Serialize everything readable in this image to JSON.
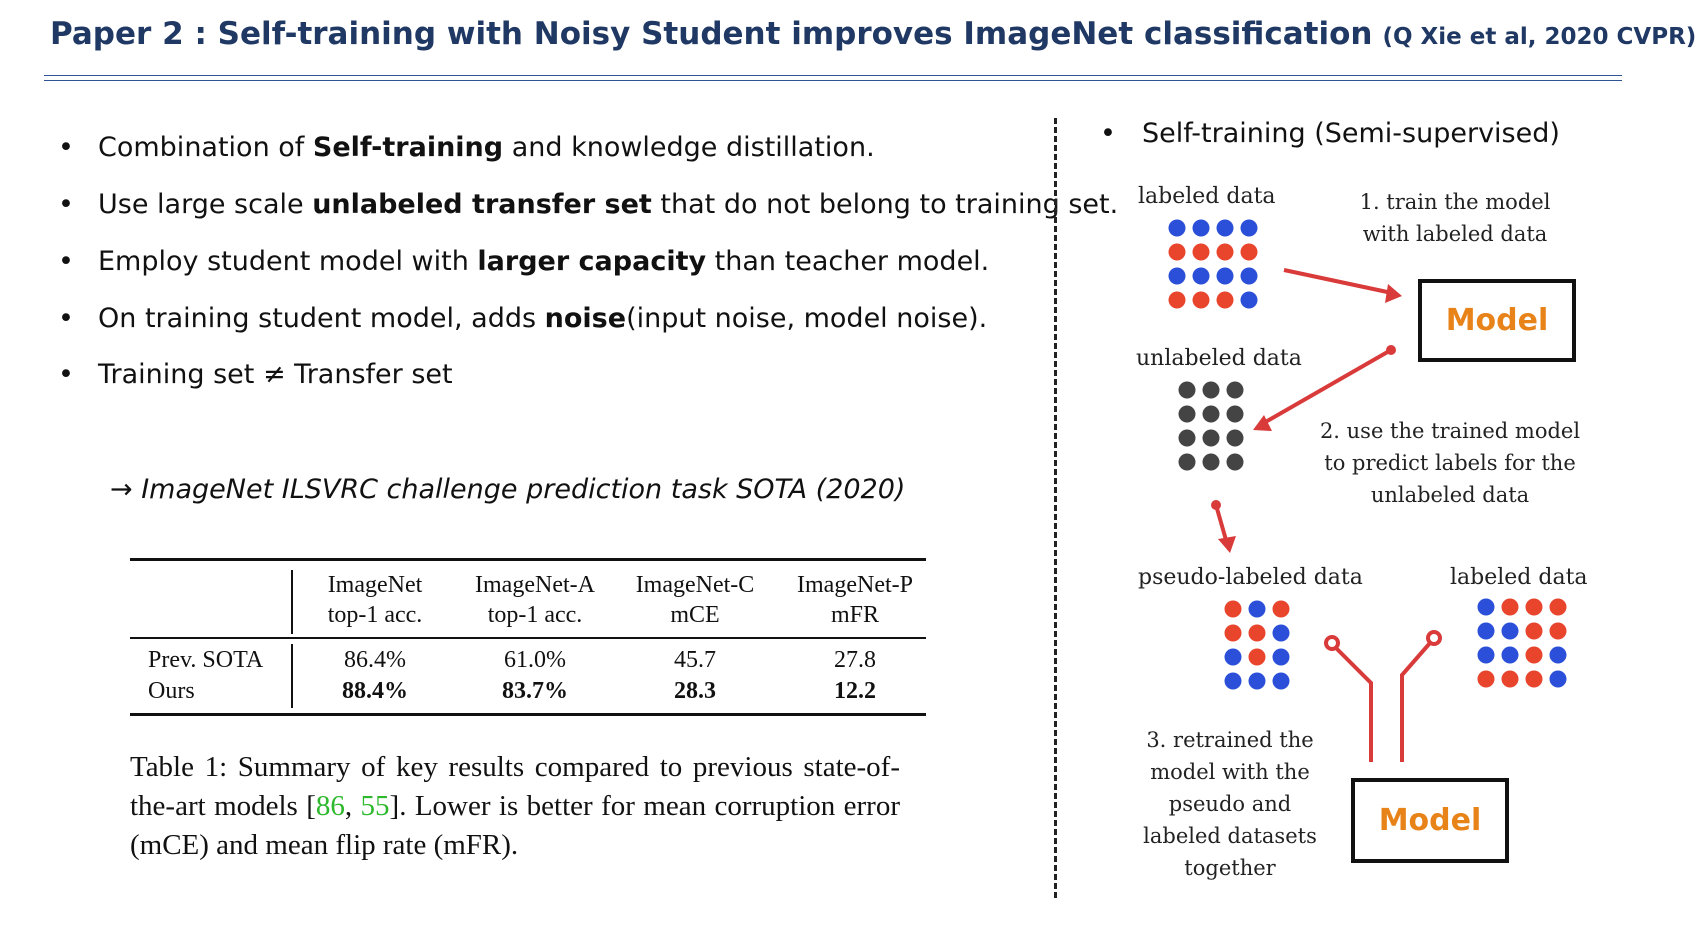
{
  "header": {
    "title": "Paper 2 : Self-training with Noisy Student improves ImageNet classification",
    "reference": "(Q Xie et al, 2020 CVPR)"
  },
  "bullets": [
    {
      "pre": "Combination of ",
      "bold": "Self-training",
      "post": " and knowledge distillation."
    },
    {
      "pre": "Use large scale ",
      "bold": "unlabeled transfer set",
      "post": " that do not belong to training set."
    },
    {
      "pre": "Employ student model with ",
      "bold": "larger capacity",
      "post": " than teacher model."
    },
    {
      "pre": "On training student model, adds ",
      "bold": "noise",
      "post": "(input noise, model noise)."
    },
    {
      "pre": "Training set ≠ Transfer set",
      "bold": "",
      "post": ""
    }
  ],
  "bullet_char": "•",
  "sota_note": "→ ImageNet ILSVRC challenge prediction task SOTA (2020)",
  "table": {
    "columns": [
      {
        "name": "ImageNet",
        "metric": "top-1 acc."
      },
      {
        "name": "ImageNet-A",
        "metric": "top-1 acc."
      },
      {
        "name": "ImageNet-C",
        "metric": "mCE"
      },
      {
        "name": "ImageNet-P",
        "metric": "mFR"
      }
    ],
    "rows": [
      {
        "label": "Prev. SOTA",
        "values": [
          "86.4%",
          "61.0%",
          "45.7",
          "27.8"
        ],
        "bold": false
      },
      {
        "label": "Ours",
        "values": [
          "88.4%",
          "83.7%",
          "28.3",
          "12.2"
        ],
        "bold": true
      }
    ]
  },
  "caption": {
    "part1": "Table 1:  Summary of key results compared to previous state-of-the-art models [",
    "cite1": "86",
    "sep": ", ",
    "cite2": "55",
    "part2": "].  Lower is better for mean corruption error (mCE) and mean flip rate (mFR).",
    "cite_color": "#2db82d"
  },
  "diagram": {
    "bullet": "Self-training (Semi-supervised)",
    "labeled_data_top": "labeled data",
    "step1": [
      "1. train the model",
      "with labeled data"
    ],
    "model_top": "Model",
    "unlabeled_data": "unlabeled data",
    "step2": [
      "2. use the trained model",
      "to predict labels for the",
      "unlabeled data"
    ],
    "pseudo_labeled_data": "pseudo-labeled data",
    "labeled_data_bottom": "labeled data",
    "step3": [
      "3. retrained the",
      "model with the",
      "pseudo and",
      "labeled datasets",
      "together"
    ],
    "model_bottom": "Model",
    "colors": {
      "blue": "#2b4fd8",
      "red": "#e8452c",
      "gray": "#444444",
      "arrow": "#d93a3a",
      "model_text": "#e8831a"
    }
  }
}
